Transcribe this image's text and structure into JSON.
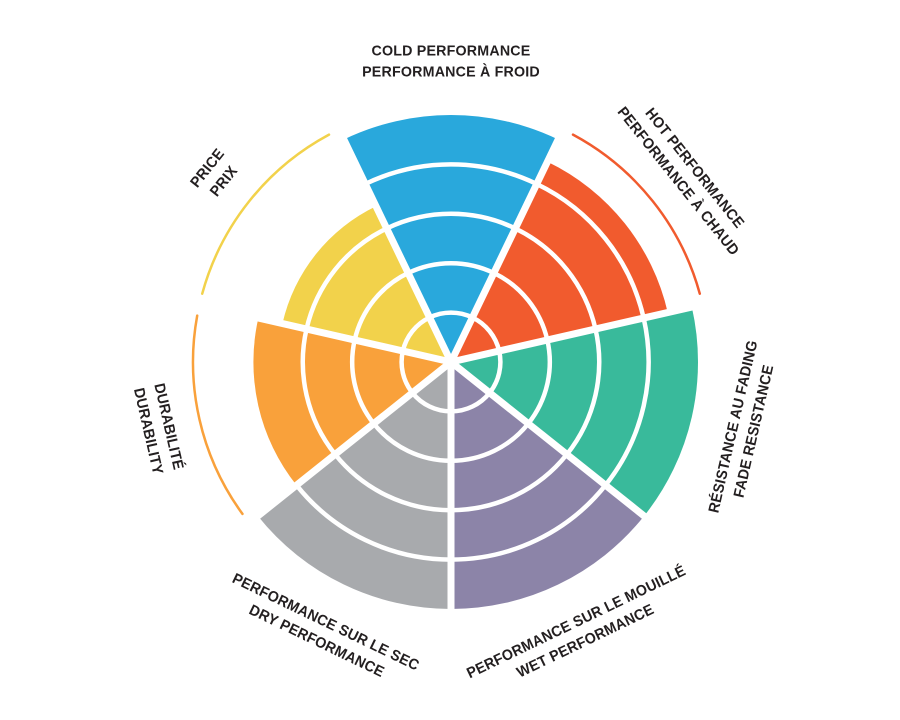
{
  "page": {
    "background_color": "#FFFFFF",
    "text_color": "#231F20"
  },
  "chart_data": {
    "type": "polar-sector",
    "title": "",
    "scale_max": 5,
    "rings": 5,
    "grid": "white concentric arc dividers inside filled sectors",
    "legend_position": "none",
    "max_marker": "thin colored arc at outer scale radius for sectors below maximum",
    "sectors": [
      {
        "id": "cold",
        "label_line1": "COLD PERFORMANCE",
        "label_line2": "PERFORMANCE À FROID",
        "value": 5,
        "color": "#29A8DC"
      },
      {
        "id": "hot",
        "label_line1": "HOT PERFORMANCE",
        "label_line2": "PERFORMANCE À CHAUD",
        "value": 4.5,
        "color": "#F15B2E"
      },
      {
        "id": "fade",
        "label_line1": "RÉSISTANCE AU FADING",
        "label_line2": "FADE RESISTANCE",
        "value": 5,
        "color": "#39BA9B"
      },
      {
        "id": "wet",
        "label_line1": "PERFORMANCE SUR LE MOUILLÉ",
        "label_line2": "WET PERFORMANCE",
        "value": 5,
        "color": "#8C84A8"
      },
      {
        "id": "dry",
        "label_line1": "PERFORMANCE SUR LE SEC",
        "label_line2": "DRY PERFORMANCE",
        "value": 5,
        "color": "#A8AAAD"
      },
      {
        "id": "durability",
        "label_line1": "DURABILITÉ",
        "label_line2": "DURABILITY",
        "value": 4,
        "color": "#F9A13B"
      },
      {
        "id": "price",
        "label_line1": "PRICE",
        "label_line2": "PRIX",
        "value": 3.5,
        "color": "#F2D24B"
      }
    ]
  }
}
